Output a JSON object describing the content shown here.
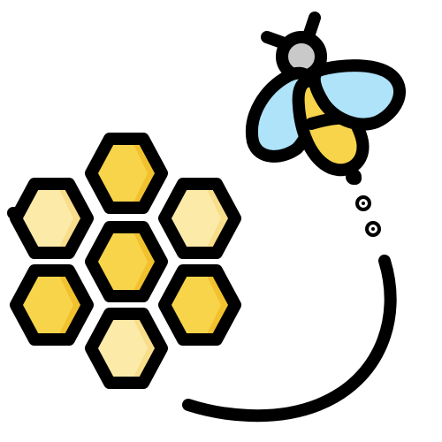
{
  "icon": {
    "honeycomb": {
      "icon_name": "honeycomb-icon",
      "cells": [
        {
          "id": "top",
          "tone": "yellow"
        },
        {
          "id": "upper-left",
          "tone": "cream"
        },
        {
          "id": "upper-right",
          "tone": "cream"
        },
        {
          "id": "center",
          "tone": "yellow"
        },
        {
          "id": "lower-left",
          "tone": "yellow"
        },
        {
          "id": "lower-right",
          "tone": "yellow"
        },
        {
          "id": "bottom",
          "tone": "cream"
        }
      ]
    },
    "bee": {
      "icon_name": "bee-icon"
    },
    "flight_path": {
      "icon_name": "flight-path-icon"
    }
  },
  "colors": {
    "outline": "#000000",
    "yellow": "#f7d44a",
    "yellow_shade": "#f2c12e",
    "cream": "#fbeaa8",
    "cream_shade": "#f8dd8a",
    "wing": "#aee3f9",
    "wing_shade": "#8fd3f1",
    "head": "#c9c9c9",
    "background": "#ffffff"
  }
}
